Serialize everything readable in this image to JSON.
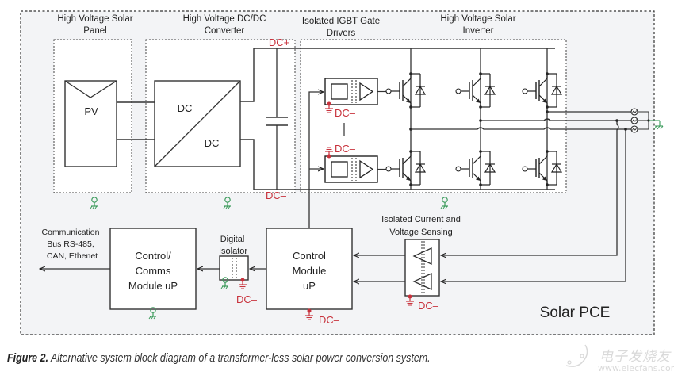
{
  "sections": {
    "solar_panel": {
      "line1": "High Voltage Solar",
      "line2": "Panel"
    },
    "dcdc_converter": {
      "line1": "High Voltage DC/DC",
      "line2": "Converter"
    },
    "gate_drivers": {
      "line1": "Isolated IGBT Gate",
      "line2": "Drivers"
    },
    "inverter": {
      "line1": "High Voltage Solar",
      "line2": "Inverter"
    }
  },
  "blocks": {
    "pv": "PV",
    "dc_in": "DC",
    "dc_out": "DC",
    "control_comms": {
      "line1": "Control/",
      "line2": "Comms",
      "line3": "Module uP"
    },
    "control_module": {
      "line1": "Control",
      "line2": "Module",
      "line3": "uP"
    },
    "digital_isolator": {
      "line1": "Digital",
      "line2": "Isolator"
    },
    "sensing": {
      "line1": "Isolated Current and",
      "line2": "Voltage Sensing"
    }
  },
  "rails": {
    "dc_plus": "DC+",
    "dc_minus": "DC–"
  },
  "comm_bus": {
    "line1": "Communication",
    "line2": "Bus RS-485,",
    "line3": "CAN, Ethenet"
  },
  "system_label": "Solar PCE",
  "caption": {
    "figure": "Figure 2.",
    "text": " Alternative system block diagram of a transformer-less solar power conversion system."
  },
  "watermark": {
    "brand": "电子发烧友",
    "url": "www.elecfans.com"
  },
  "colors": {
    "dc_minus_red": "#c8323c",
    "ground_green": "#3a9a5a",
    "background": "#f3f4f6"
  }
}
